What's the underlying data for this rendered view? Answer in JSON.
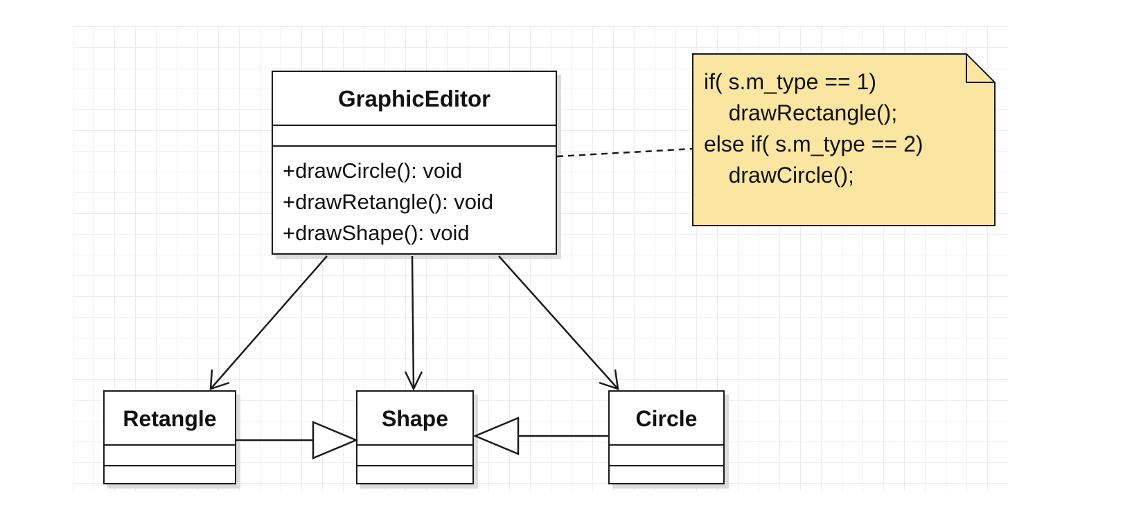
{
  "diagram": {
    "classes": {
      "graphic_editor": {
        "name": "GraphicEditor",
        "operations": [
          "+drawCircle(): void",
          "+drawRetangle(): void",
          "+drawShape(): void"
        ]
      },
      "retangle": {
        "name": "Retangle"
      },
      "shape": {
        "name": "Shape"
      },
      "circle": {
        "name": "Circle"
      }
    },
    "note": {
      "lines": [
        "if( s.m_type == 1)",
        "    drawRectangle();",
        "else if( s.m_type == 2)",
        "    drawCircle();"
      ]
    },
    "colors": {
      "note_fill": "#fae6a0",
      "line": "#1a1a1a",
      "grid": "#ececec"
    }
  }
}
